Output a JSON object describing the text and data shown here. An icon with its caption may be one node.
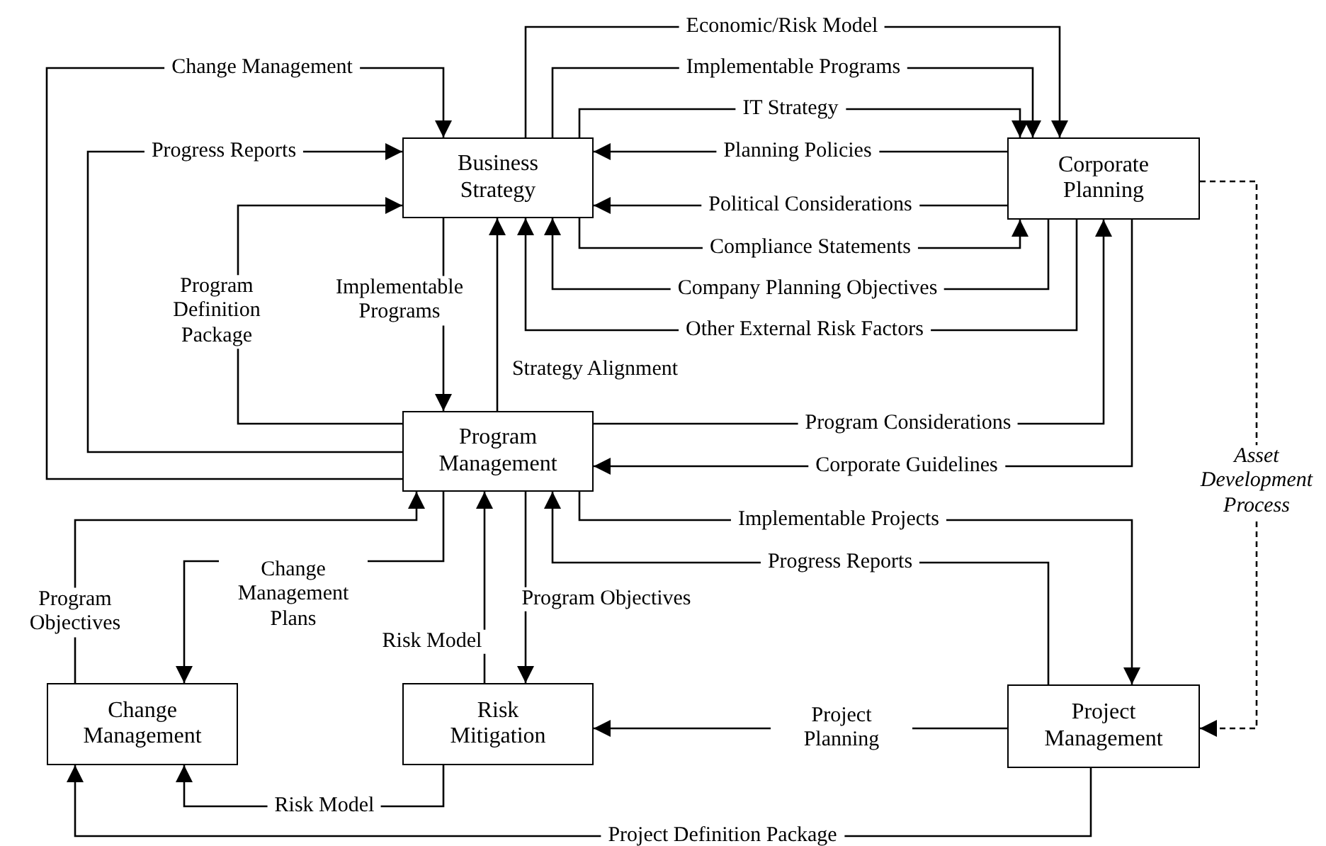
{
  "diagram": {
    "nodes": [
      {
        "text": [
          "Business Strategy"
        ]
      },
      {
        "text": [
          "Corporate Planning"
        ]
      },
      {
        "text": [
          "Program Management"
        ]
      },
      {
        "text": [
          "Change Management"
        ]
      },
      {
        "text": [
          "Risk Mitigation"
        ]
      },
      {
        "text": [
          "Project Management"
        ]
      }
    ],
    "edges": [
      {
        "from": 2,
        "to": 0,
        "arrow": "to",
        "label": "Change Management"
      },
      {
        "from": 2,
        "to": 0,
        "arrow": "to",
        "label": "Progress Reports"
      },
      {
        "from": 2,
        "to": 0,
        "arrow": "to",
        "label": "Program Definition Package"
      },
      {
        "from": 0,
        "to": 2,
        "arrow": "to",
        "label": "Implementable Programs"
      },
      {
        "from": 2,
        "to": 0,
        "arrow": "to",
        "label": "Strategy Alignment"
      },
      {
        "from": 0,
        "to": 1,
        "arrow": "to",
        "label": "Economic/Risk Model"
      },
      {
        "from": 0,
        "to": 1,
        "arrow": "to",
        "label": "Implementable Programs"
      },
      {
        "from": 0,
        "to": 1,
        "arrow": "to",
        "label": "IT Strategy"
      },
      {
        "from": 1,
        "to": 0,
        "arrow": "to",
        "label": "Planning Policies"
      },
      {
        "from": 1,
        "to": 0,
        "arrow": "to",
        "label": "Political Considerations"
      },
      {
        "from": 0,
        "to": 1,
        "arrow": "to",
        "label": "Compliance Statements"
      },
      {
        "from": 1,
        "to": 0,
        "arrow": "to",
        "label": "Company Planning Objectives"
      },
      {
        "from": 1,
        "to": 0,
        "arrow": "to",
        "label": "Other External Risk Factors"
      },
      {
        "from": 2,
        "to": 1,
        "arrow": "to",
        "label": "Program Considerations"
      },
      {
        "from": 1,
        "to": 2,
        "arrow": "to",
        "label": "Corporate Guidelines"
      },
      {
        "from": 2,
        "to": 5,
        "arrow": "to",
        "label": "Implementable Projects"
      },
      {
        "from": 5,
        "to": 2,
        "arrow": "to",
        "label": "Progress Reports"
      },
      {
        "from": 2,
        "to": 3,
        "arrow": "to",
        "label": "Change Management Plans"
      },
      {
        "from": 3,
        "to": 2,
        "arrow": "to",
        "label": "Program Objectives"
      },
      {
        "from": 4,
        "to": 2,
        "arrow": "to",
        "label": "Risk Model"
      },
      {
        "from": 2,
        "to": 4,
        "arrow": "to",
        "label": "Program Objectives"
      },
      {
        "from": 4,
        "to": 3,
        "arrow": "to",
        "label": "Risk Model"
      },
      {
        "from": 5,
        "to": 3,
        "arrow": "to",
        "label": "Project Definition Package"
      },
      {
        "from": 5,
        "to": 4,
        "arrow": "to",
        "label": "Project Planning"
      },
      {
        "from": 1,
        "to": 5,
        "arrow": "to",
        "label": "Asset Development Process",
        "style": "dashed"
      }
    ]
  }
}
